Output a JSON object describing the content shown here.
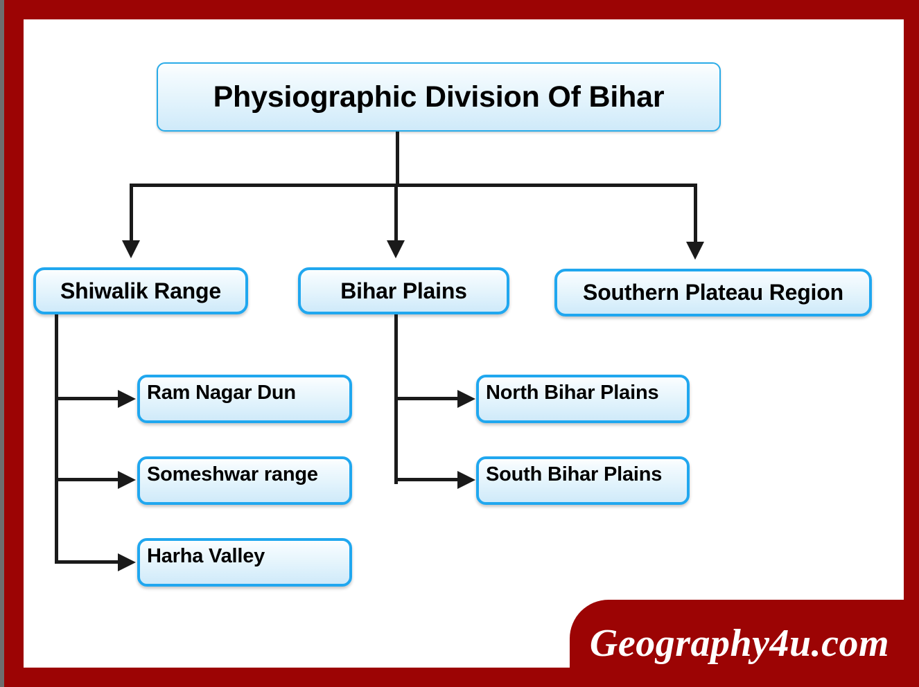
{
  "diagram": {
    "type": "hierarchy-flowchart",
    "title": "Physiographic Division Of Bihar",
    "level2": [
      {
        "label": "Shiwalik Range"
      },
      {
        "label": "Bihar Plains"
      },
      {
        "label": "Southern Plateau Region"
      }
    ],
    "shiwalik_children": [
      {
        "label": "Ram Nagar Dun"
      },
      {
        "label": "Someshwar range"
      },
      {
        "label": "Harha Valley"
      }
    ],
    "bihar_plains_children": [
      {
        "label": "North Bihar Plains"
      },
      {
        "label": "South Bihar Plains"
      }
    ],
    "southern_plateau_children": []
  },
  "watermark": {
    "text": "Geography4u.com"
  },
  "colors": {
    "frame": "#9c0404",
    "frame_edge": "#6e6e6e",
    "box_border": "#20a7ef",
    "box_fill_top": "#fdfefe",
    "box_fill_bottom": "#cfeafa",
    "connector": "#1a1a1a",
    "text": "#000000",
    "watermark_bg": "#9c0404",
    "watermark_text": "#ffffff"
  }
}
